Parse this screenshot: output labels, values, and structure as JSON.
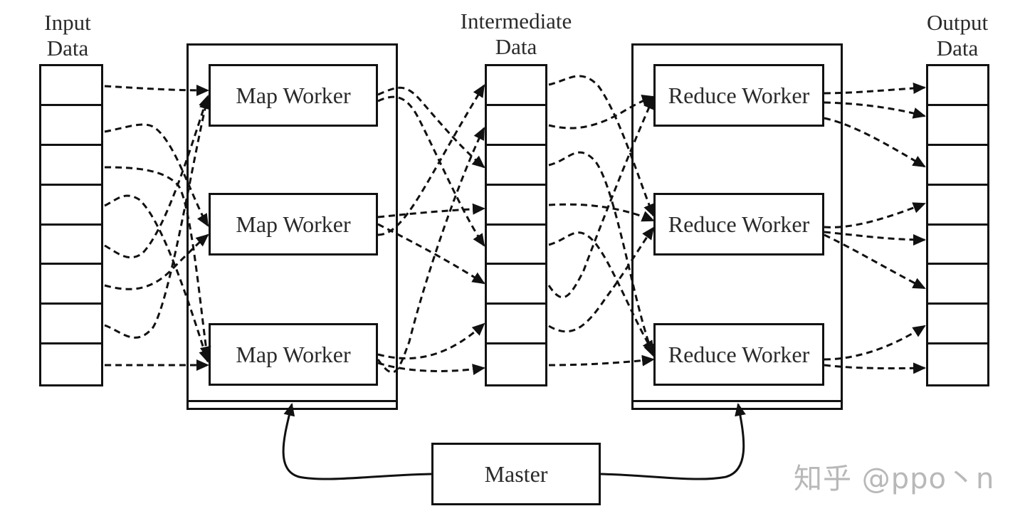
{
  "labels": {
    "input": [
      "Input",
      "Data"
    ],
    "intermediate": [
      "Intermediate",
      "Data"
    ],
    "output": [
      "Output",
      "Data"
    ]
  },
  "map_workers": [
    "Map Worker",
    "Map Worker",
    "Map Worker"
  ],
  "reduce_workers": [
    "Reduce Worker",
    "Reduce Worker",
    "Reduce Worker"
  ],
  "master": "Master",
  "input_cells": 8,
  "intermediate_cells": 8,
  "output_cells": 8,
  "watermark": "知乎 @ppo丶n",
  "colors": {
    "line": "#111111",
    "text": "#2a2a2a",
    "watermark": "#b8b8b8"
  }
}
